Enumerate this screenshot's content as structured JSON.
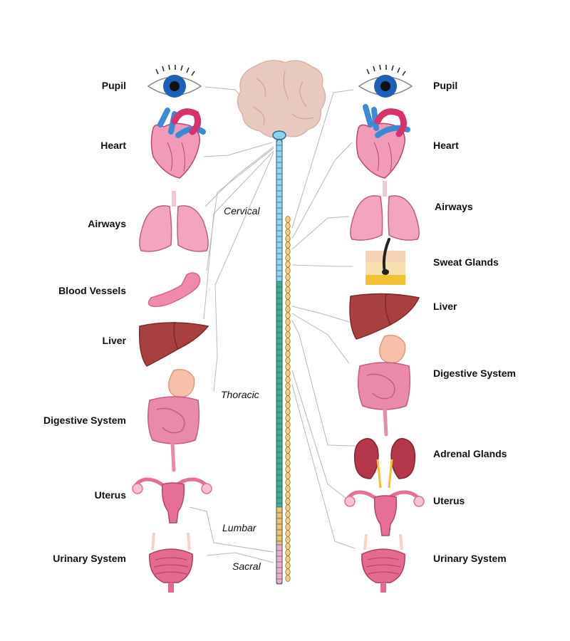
{
  "left_labels": [
    "Pupil",
    "Heart",
    "Airways",
    "Blood Vessels",
    "Liver",
    "Digestive System",
    "Uterus",
    "Urinary System"
  ],
  "right_labels": [
    "Pupil",
    "Heart",
    "Airways",
    "Sweat Glands",
    "Liver",
    "Digestive System",
    "Adrenal Glands",
    "Uterus",
    "Urinary System"
  ],
  "spine_regions": [
    "Cervical",
    "Thoracic",
    "Lumbar",
    "Sacral"
  ],
  "colors": {
    "cervical": "#8fd3ea",
    "thoracic": "#3fae8a",
    "lumbar": "#f2c15a",
    "sacral": "#f2a9c4",
    "brain": "#e8c9bf",
    "heart": "#f29bb8",
    "lung": "#f3a5c0",
    "liver": "#a84040",
    "uterus": "#e56f95",
    "bladder": "#e46a8f",
    "eye": "#1e5fb8",
    "nerve_line": "#b8b8b8"
  }
}
